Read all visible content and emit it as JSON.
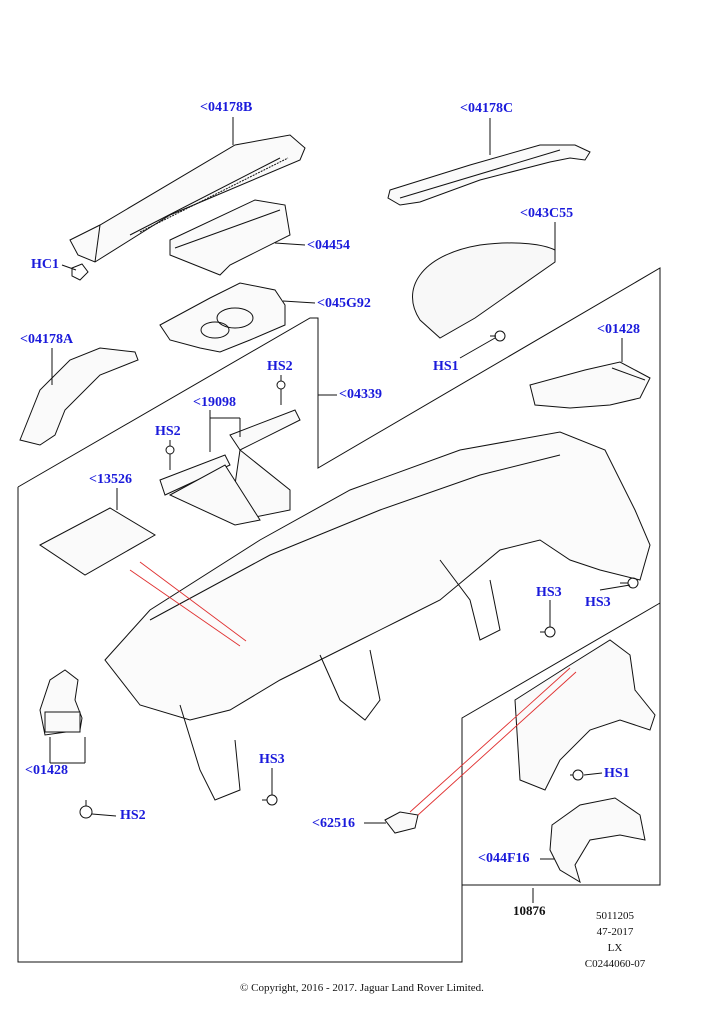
{
  "callouts": {
    "c04178B": "<04178B",
    "c04178C": "<04178C",
    "c04454": "<04454",
    "c043C55": "<043C55",
    "cHC1": "HC1",
    "c045G92": "<045G92",
    "c01428_top": "<01428",
    "c04178A": "<04178A",
    "cHS1_top": "HS1",
    "cHS2_top": "HS2",
    "c19098": "<19098",
    "c04339": "<04339",
    "cHS2_mid": "HS2",
    "c13526": "<13526",
    "cHS3_right": "HS3",
    "cHS3_mid": "HS3",
    "c01428_bottom": "<01428",
    "cHS3_low": "HS3",
    "cHS1_low": "HS1",
    "cHS2_low": "HS2",
    "c62516": "<62516",
    "c044F16": "<044F16",
    "c10876": "10876"
  },
  "reference": {
    "line1": "5011205",
    "line2": "47-2017",
    "line3": "LX",
    "line4": "C0244060-07"
  },
  "footer": {
    "copyright": "© Copyright, 2016 - 2017. Jaguar Land Rover Limited."
  },
  "colors": {
    "callout_blue": "#1a1adb",
    "line": "#111111",
    "leader_red": "#e03030"
  }
}
